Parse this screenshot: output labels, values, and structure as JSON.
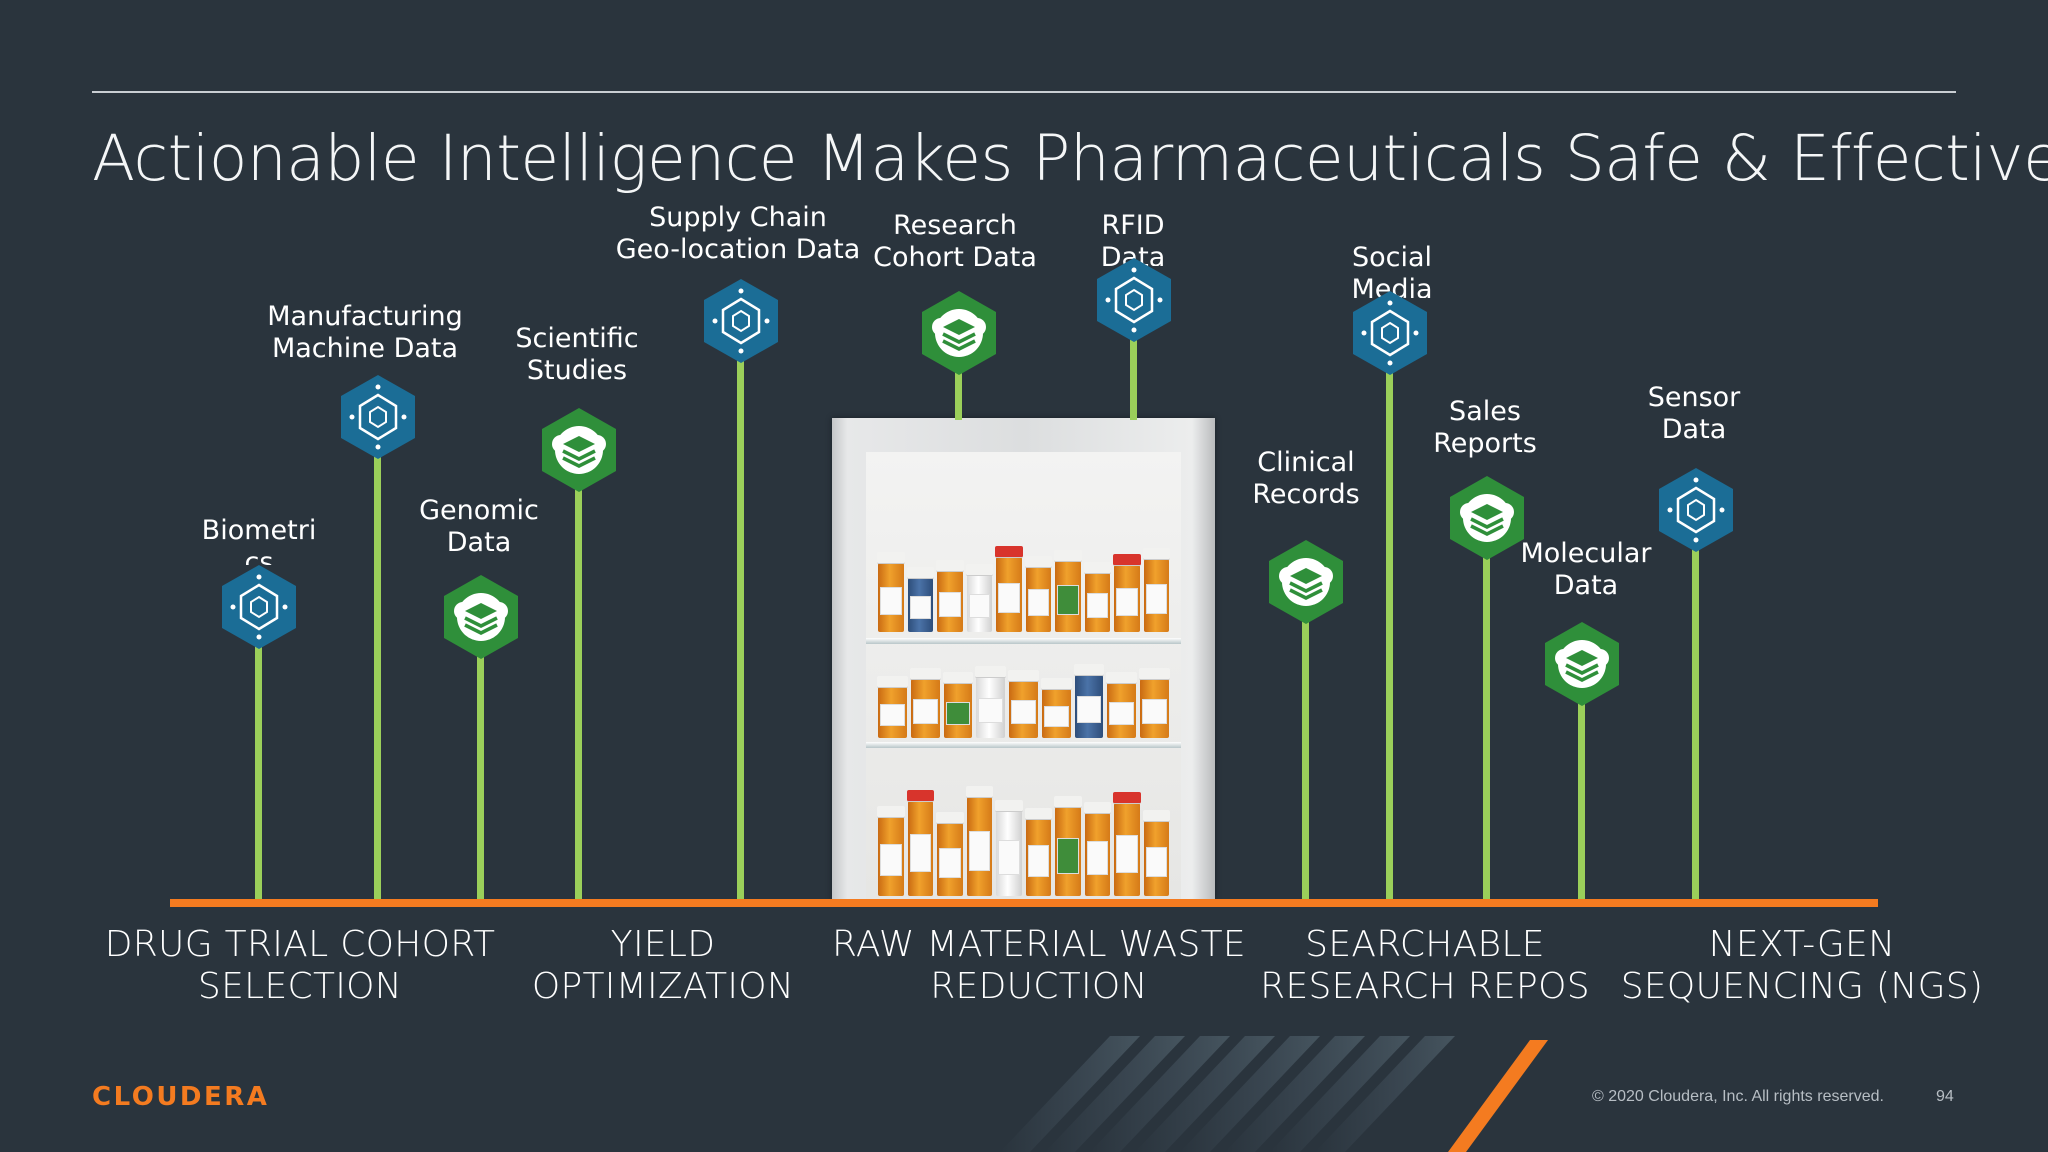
{
  "title": "Actionable Intelligence Makes Pharmaceuticals Safe & Effective",
  "colors": {
    "background": "#2a343d",
    "axis": "#f47b20",
    "stem": "#9bcf5a",
    "blue_hex": "#1b6d96",
    "green_hex": "#2f8f3a",
    "logo": "#f47b20"
  },
  "sources": [
    {
      "name": "Biometrics",
      "label": "Biometri\ncs",
      "icon": "hexagon-node-icon"
    },
    {
      "name": "Manufacturing Machine Data",
      "label": "Manufacturing\nMachine Data",
      "icon": "hexagon-node-icon"
    },
    {
      "name": "Genomic Data",
      "label": "Genomic\nData",
      "icon": "layers-cloud-icon"
    },
    {
      "name": "Scientific Studies",
      "label": "Scientific\nStudies",
      "icon": "layers-cloud-icon"
    },
    {
      "name": "Supply Chain Geo-location Data",
      "label": "Supply Chain\nGeo-location Data",
      "icon": "hexagon-node-icon"
    },
    {
      "name": "Research Cohort Data",
      "label": "Research\nCohort Data",
      "icon": "layers-cloud-icon"
    },
    {
      "name": "RFID Data",
      "label": "RFID\nData",
      "icon": "hexagon-node-icon"
    },
    {
      "name": "Clinical Records",
      "label": "Clinical\nRecords",
      "icon": "layers-cloud-icon"
    },
    {
      "name": "Social Media",
      "label": "Social\nMedia",
      "icon": "hexagon-node-icon"
    },
    {
      "name": "Sales Reports",
      "label": "Sales\nReports",
      "icon": "layers-cloud-icon"
    },
    {
      "name": "Molecular Data",
      "label": "Molecular\nData",
      "icon": "layers-cloud-icon"
    },
    {
      "name": "Sensor Data",
      "label": "Sensor\nData",
      "icon": "hexagon-node-icon"
    }
  ],
  "use_cases": [
    "DRUG TRIAL COHORT\nSELECTION",
    "YIELD\nOPTIMIZATION",
    "RAW MATERIAL WASTE\nREDUCTION",
    "SEARCHABLE\nRESEARCH REPOS",
    "NEXT-GEN\nSEQUENCING (NGS)"
  ],
  "footer": {
    "logo": "CLOUDERA",
    "copyright": "© 2020 Cloudera, Inc. All rights reserved.",
    "page_number": "94"
  }
}
